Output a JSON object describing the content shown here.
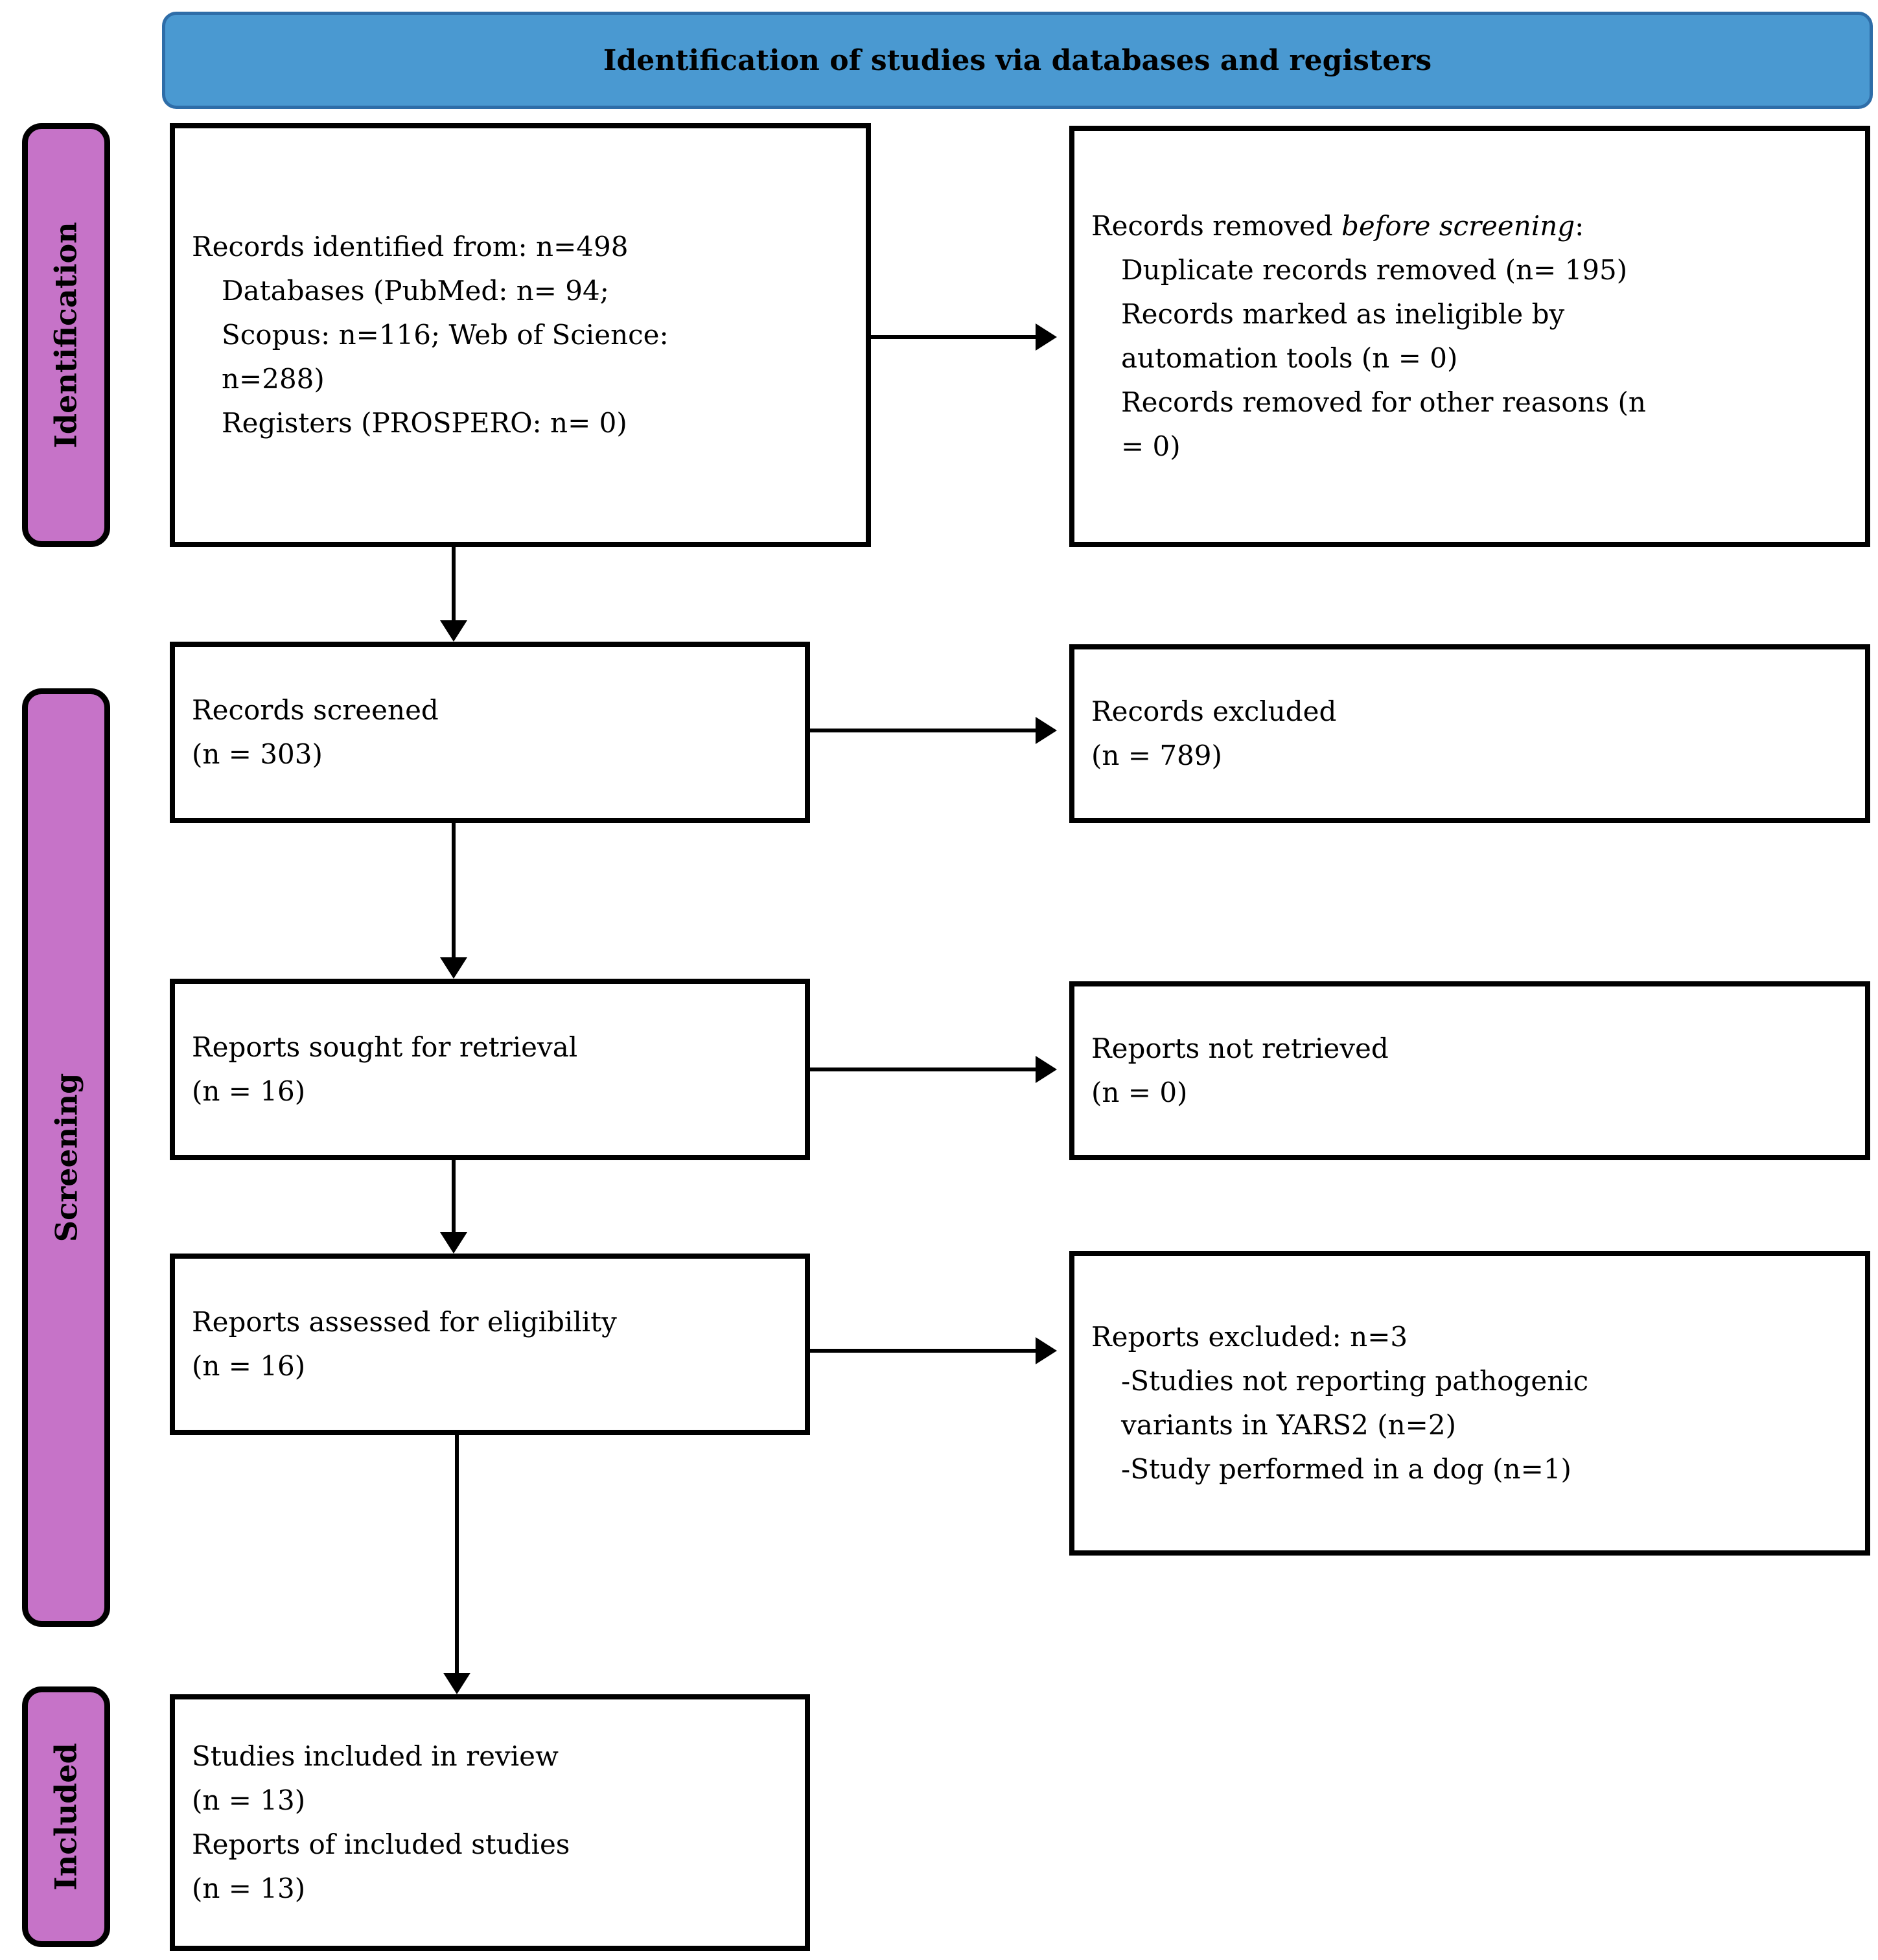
{
  "header": {
    "title": "Identification of studies via databases and registers"
  },
  "stage_labels": {
    "identification": "Identification",
    "screening": "Screening",
    "included": "Included"
  },
  "colors": {
    "header_fill": "#4A99D1",
    "header_border": "#2E6DA8",
    "stage_fill": "#C673C8",
    "box_border": "#000000"
  },
  "boxes": {
    "records_identified": {
      "lines": [
        "Records identified from: n=498",
        "Databases (PubMed: n= 94;",
        "Scopus: n=116; Web of Science:",
        "n=288)",
        "Registers (PROSPERO: n= 0)"
      ]
    },
    "records_removed": {
      "intro_prefix": "Records removed ",
      "intro_italic": "before screening",
      "intro_suffix": ":",
      "lines": [
        "Duplicate records removed (n= 195)",
        "Records marked as ineligible by",
        "automation tools (n = 0)",
        "Records removed for other reasons (n",
        "= 0)"
      ]
    },
    "records_screened": {
      "lines": [
        "Records screened",
        "(n = 303)"
      ]
    },
    "records_excluded": {
      "lines": [
        "Records excluded",
        "(n = 789)"
      ]
    },
    "reports_sought": {
      "lines": [
        "Reports sought for retrieval",
        "(n = 16)"
      ]
    },
    "reports_not_retrieved": {
      "lines": [
        "Reports not retrieved",
        "(n = 0)"
      ]
    },
    "reports_assessed": {
      "lines": [
        "Reports assessed for eligibility",
        "(n = 16)"
      ]
    },
    "reports_excluded": {
      "lines": [
        "Reports excluded: n=3",
        "-Studies not reporting pathogenic",
        "variants in YARS2 (n=2)",
        "-Study performed in a dog (n=1)"
      ]
    },
    "studies_included": {
      "lines": [
        "Studies included in review",
        "(n = 13)",
        "Reports of included studies",
        "(n = 13)"
      ]
    }
  }
}
